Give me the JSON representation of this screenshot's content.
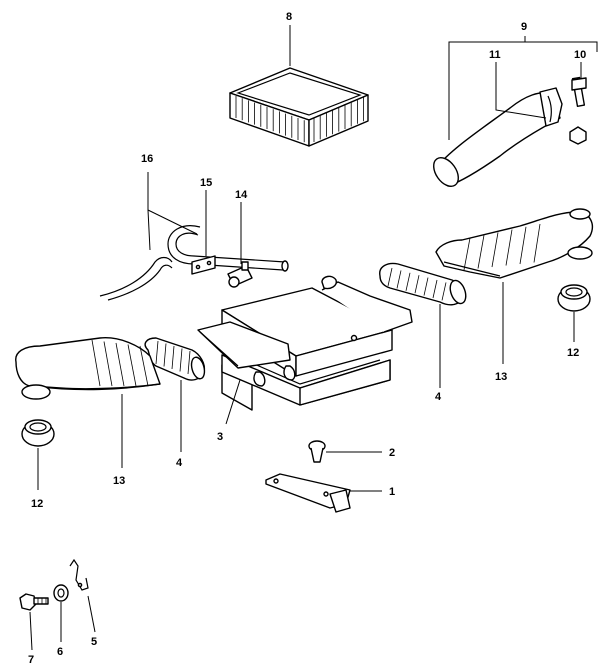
{
  "callouts": {
    "c1": "1",
    "c2": "2",
    "c3": "3",
    "c4a": "4",
    "c4b": "4",
    "c5": "5",
    "c6": "6",
    "c7": "7",
    "c8": "8",
    "c9": "9",
    "c10": "10",
    "c11": "11",
    "c12a": "12",
    "c12b": "12",
    "c13a": "13",
    "c13b": "13",
    "c14": "14",
    "c15": "15",
    "c16": "16"
  }
}
